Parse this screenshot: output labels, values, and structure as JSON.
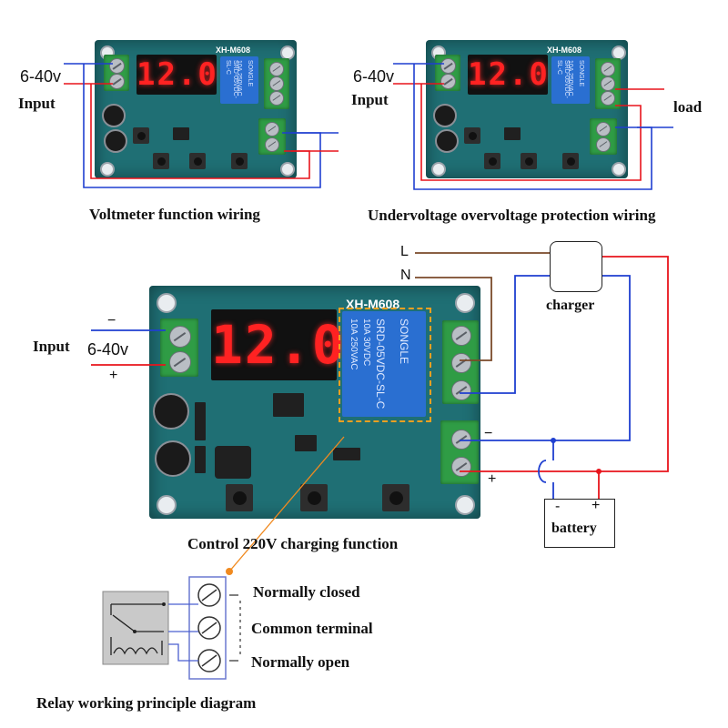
{
  "module": {
    "model": "XH-M608",
    "display": "12.0",
    "relay_text": [
      "10A 250VAC",
      "10A 30VDC",
      "SRD-05VDC-SL-C",
      "SONGLE"
    ]
  },
  "panel1": {
    "voltage": "6-40v",
    "input": "Input",
    "caption": "Voltmeter function wiring"
  },
  "panel2": {
    "voltage": "6-40v",
    "input": "Input",
    "load": "load",
    "caption": "Undervoltage overvoltage protection wiring"
  },
  "panel3": {
    "L": "L",
    "N": "N",
    "charger": "charger",
    "battery": "battery",
    "battery_minus": "-",
    "battery_plus": "+",
    "input": "Input",
    "voltage": "6-40v",
    "minus": "−",
    "plus": "+",
    "out_minus": "−",
    "out_plus": "+",
    "caption": "Control 220V charging function"
  },
  "relay_diagram": {
    "nc": "Normally closed",
    "com": "Common terminal",
    "no": "Normally open",
    "caption": "Relay working principle diagram"
  },
  "colors": {
    "board": "#1f6f74",
    "wire_red": "#e8141c",
    "wire_blue": "#1f3fd0",
    "wire_brown": "#7a4a2a",
    "highlight": "#f08a20"
  }
}
